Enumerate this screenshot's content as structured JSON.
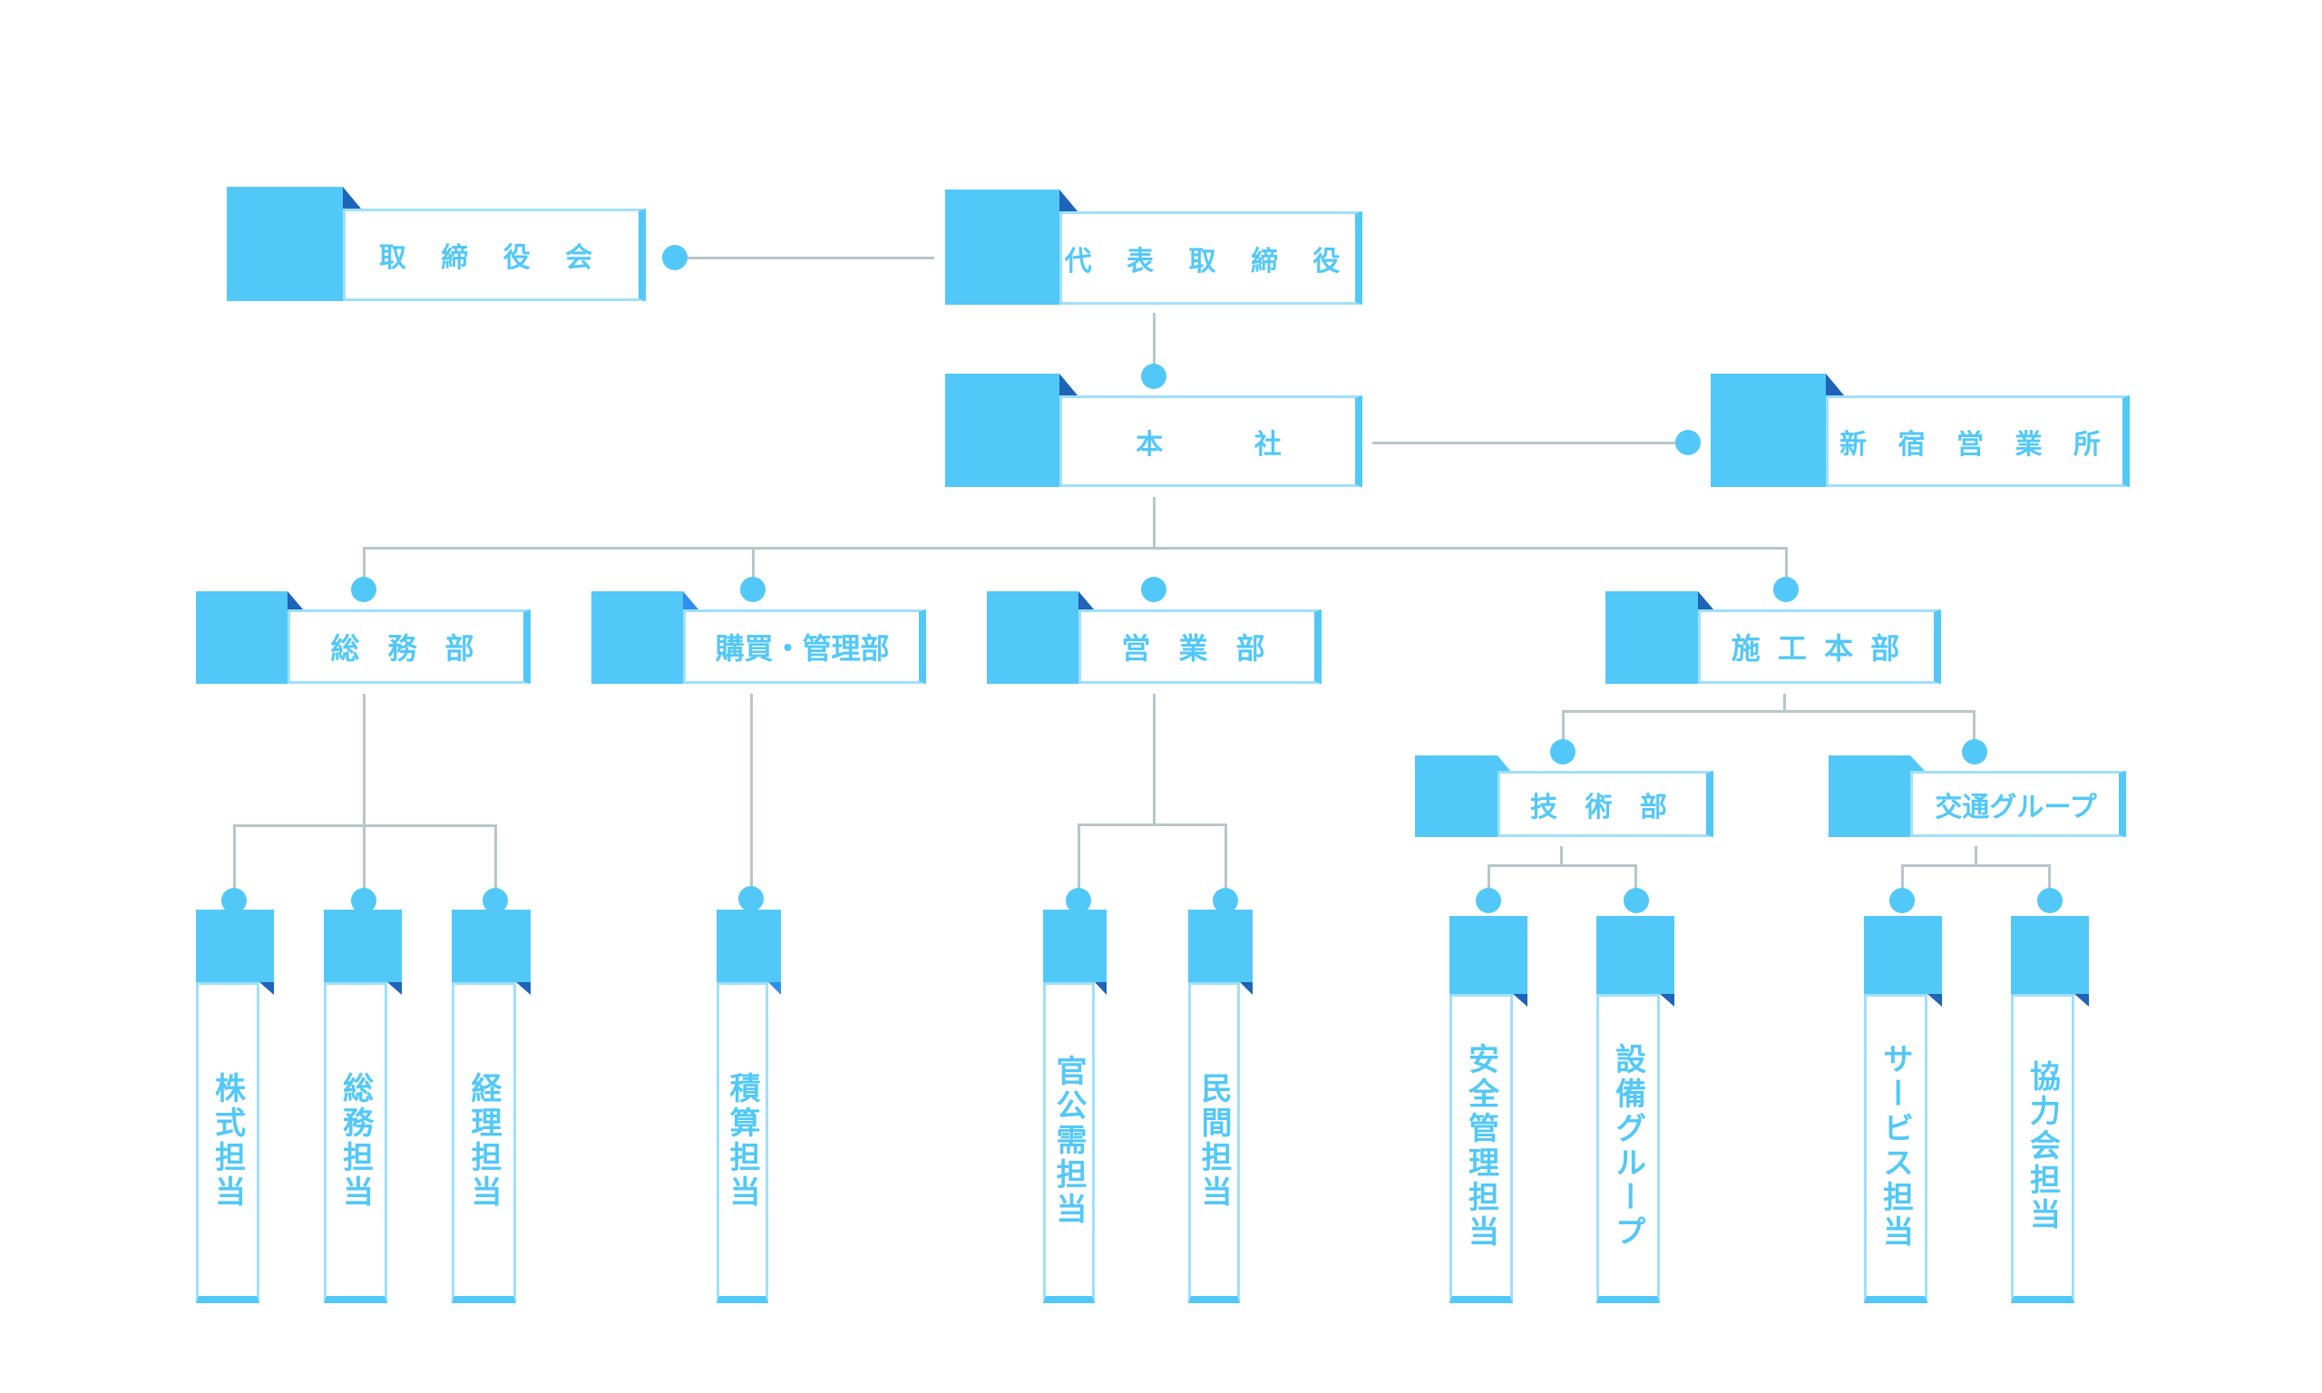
{
  "title": "組織図",
  "colors": {
    "block": "#52c8f8",
    "fold": "#1e64b8",
    "line": "#b7c6cb",
    "text": "#52c8f8",
    "border": "#9fe0fb"
  },
  "nodes": {
    "board": "取 締 役 会",
    "ceo": "代 表 取 締 役",
    "hq": "本 社",
    "shinjuku": "新 宿 営 業 所",
    "general_affairs": "総 務 部",
    "purchasing": "購買・管理部",
    "sales": "営 業 部",
    "construction": "施 工 本 部",
    "engineering": "技 術 部",
    "traffic_group": "交通グループ",
    "stock": "株式担当",
    "general": "総務担当",
    "accounting": "経理担当",
    "estimate": "積算担当",
    "public": "官公需担当",
    "private": "民間担当",
    "safety": "安全管理担当",
    "facility": "設備グループ",
    "service": "サービス担当",
    "partners": "協力会担当"
  }
}
